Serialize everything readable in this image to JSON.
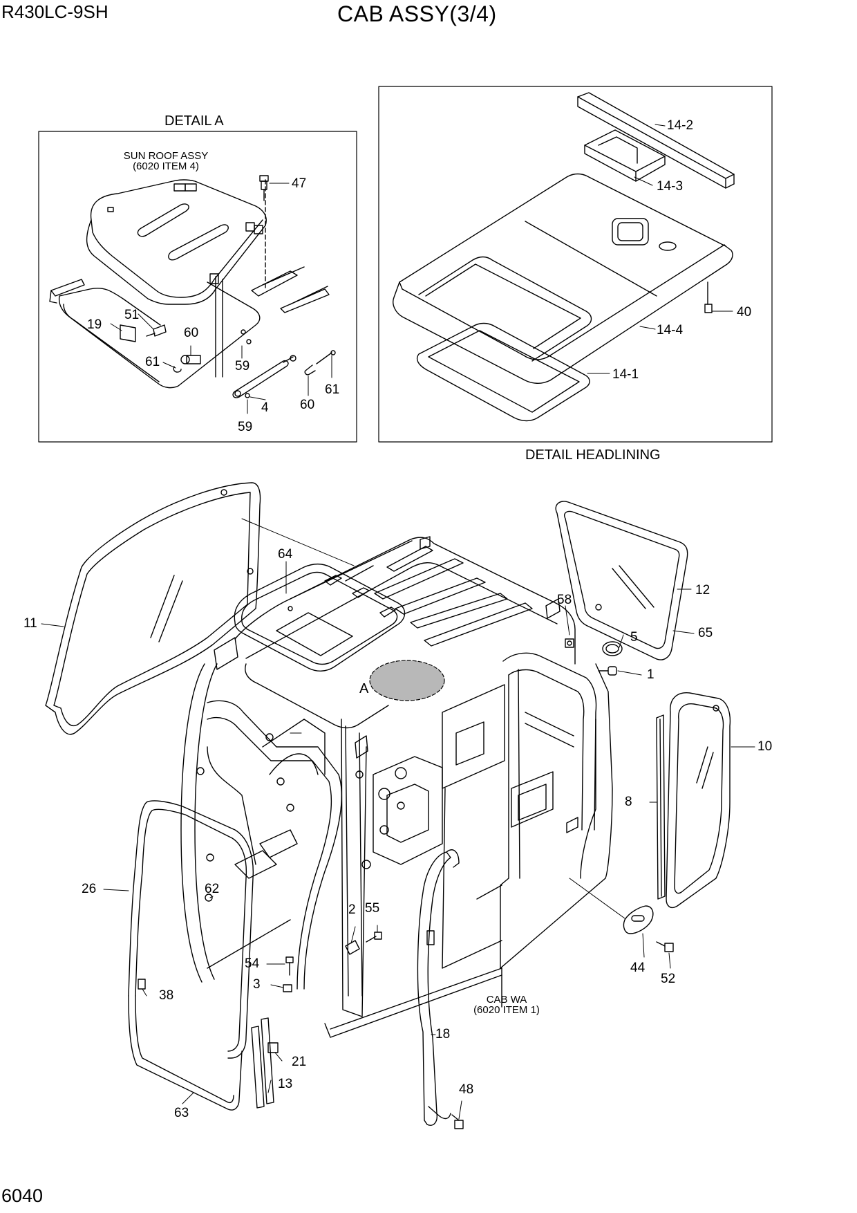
{
  "header": {
    "model": "R430LC-9SH",
    "title": "CAB ASSY(3/4)"
  },
  "footer": {
    "page_number": "6040"
  },
  "detail_a": {
    "caption": "DETAIL A",
    "sub_assembly_line1": "SUN ROOF ASSY",
    "sub_assembly_line2": "(6020 ITEM 4)"
  },
  "detail_headlining": {
    "caption": "DETAIL HEADLINING"
  },
  "main_view": {
    "cab_label_line1": "CAB WA",
    "cab_label_line2": "(6020 ITEM 1)",
    "detail_marker": "A"
  },
  "callouts": {
    "p47": "47",
    "p51": "51",
    "p19": "19",
    "p60a": "60",
    "p61a": "61",
    "p59a": "59",
    "p4": "4",
    "p60b": "60",
    "p61b": "61",
    "p59b": "59",
    "p14_2": "14-2",
    "p14_3": "14-3",
    "p40": "40",
    "p14_4": "14-4",
    "p14_1": "14-1",
    "p64": "64",
    "p11": "11",
    "p12": "12",
    "p58": "58",
    "p5": "5",
    "p65": "65",
    "p1": "1",
    "p10": "10",
    "p8": "8",
    "p26": "26",
    "p62": "62",
    "p2": "2",
    "p55": "55",
    "p54": "54",
    "p3": "3",
    "p38": "38",
    "p44": "44",
    "p52": "52",
    "p18": "18",
    "p21": "21",
    "p13": "13",
    "p48": "48",
    "p63": "63"
  },
  "colors": {
    "ink": "#000000",
    "detail_a_fill": "#b8b8b8"
  }
}
